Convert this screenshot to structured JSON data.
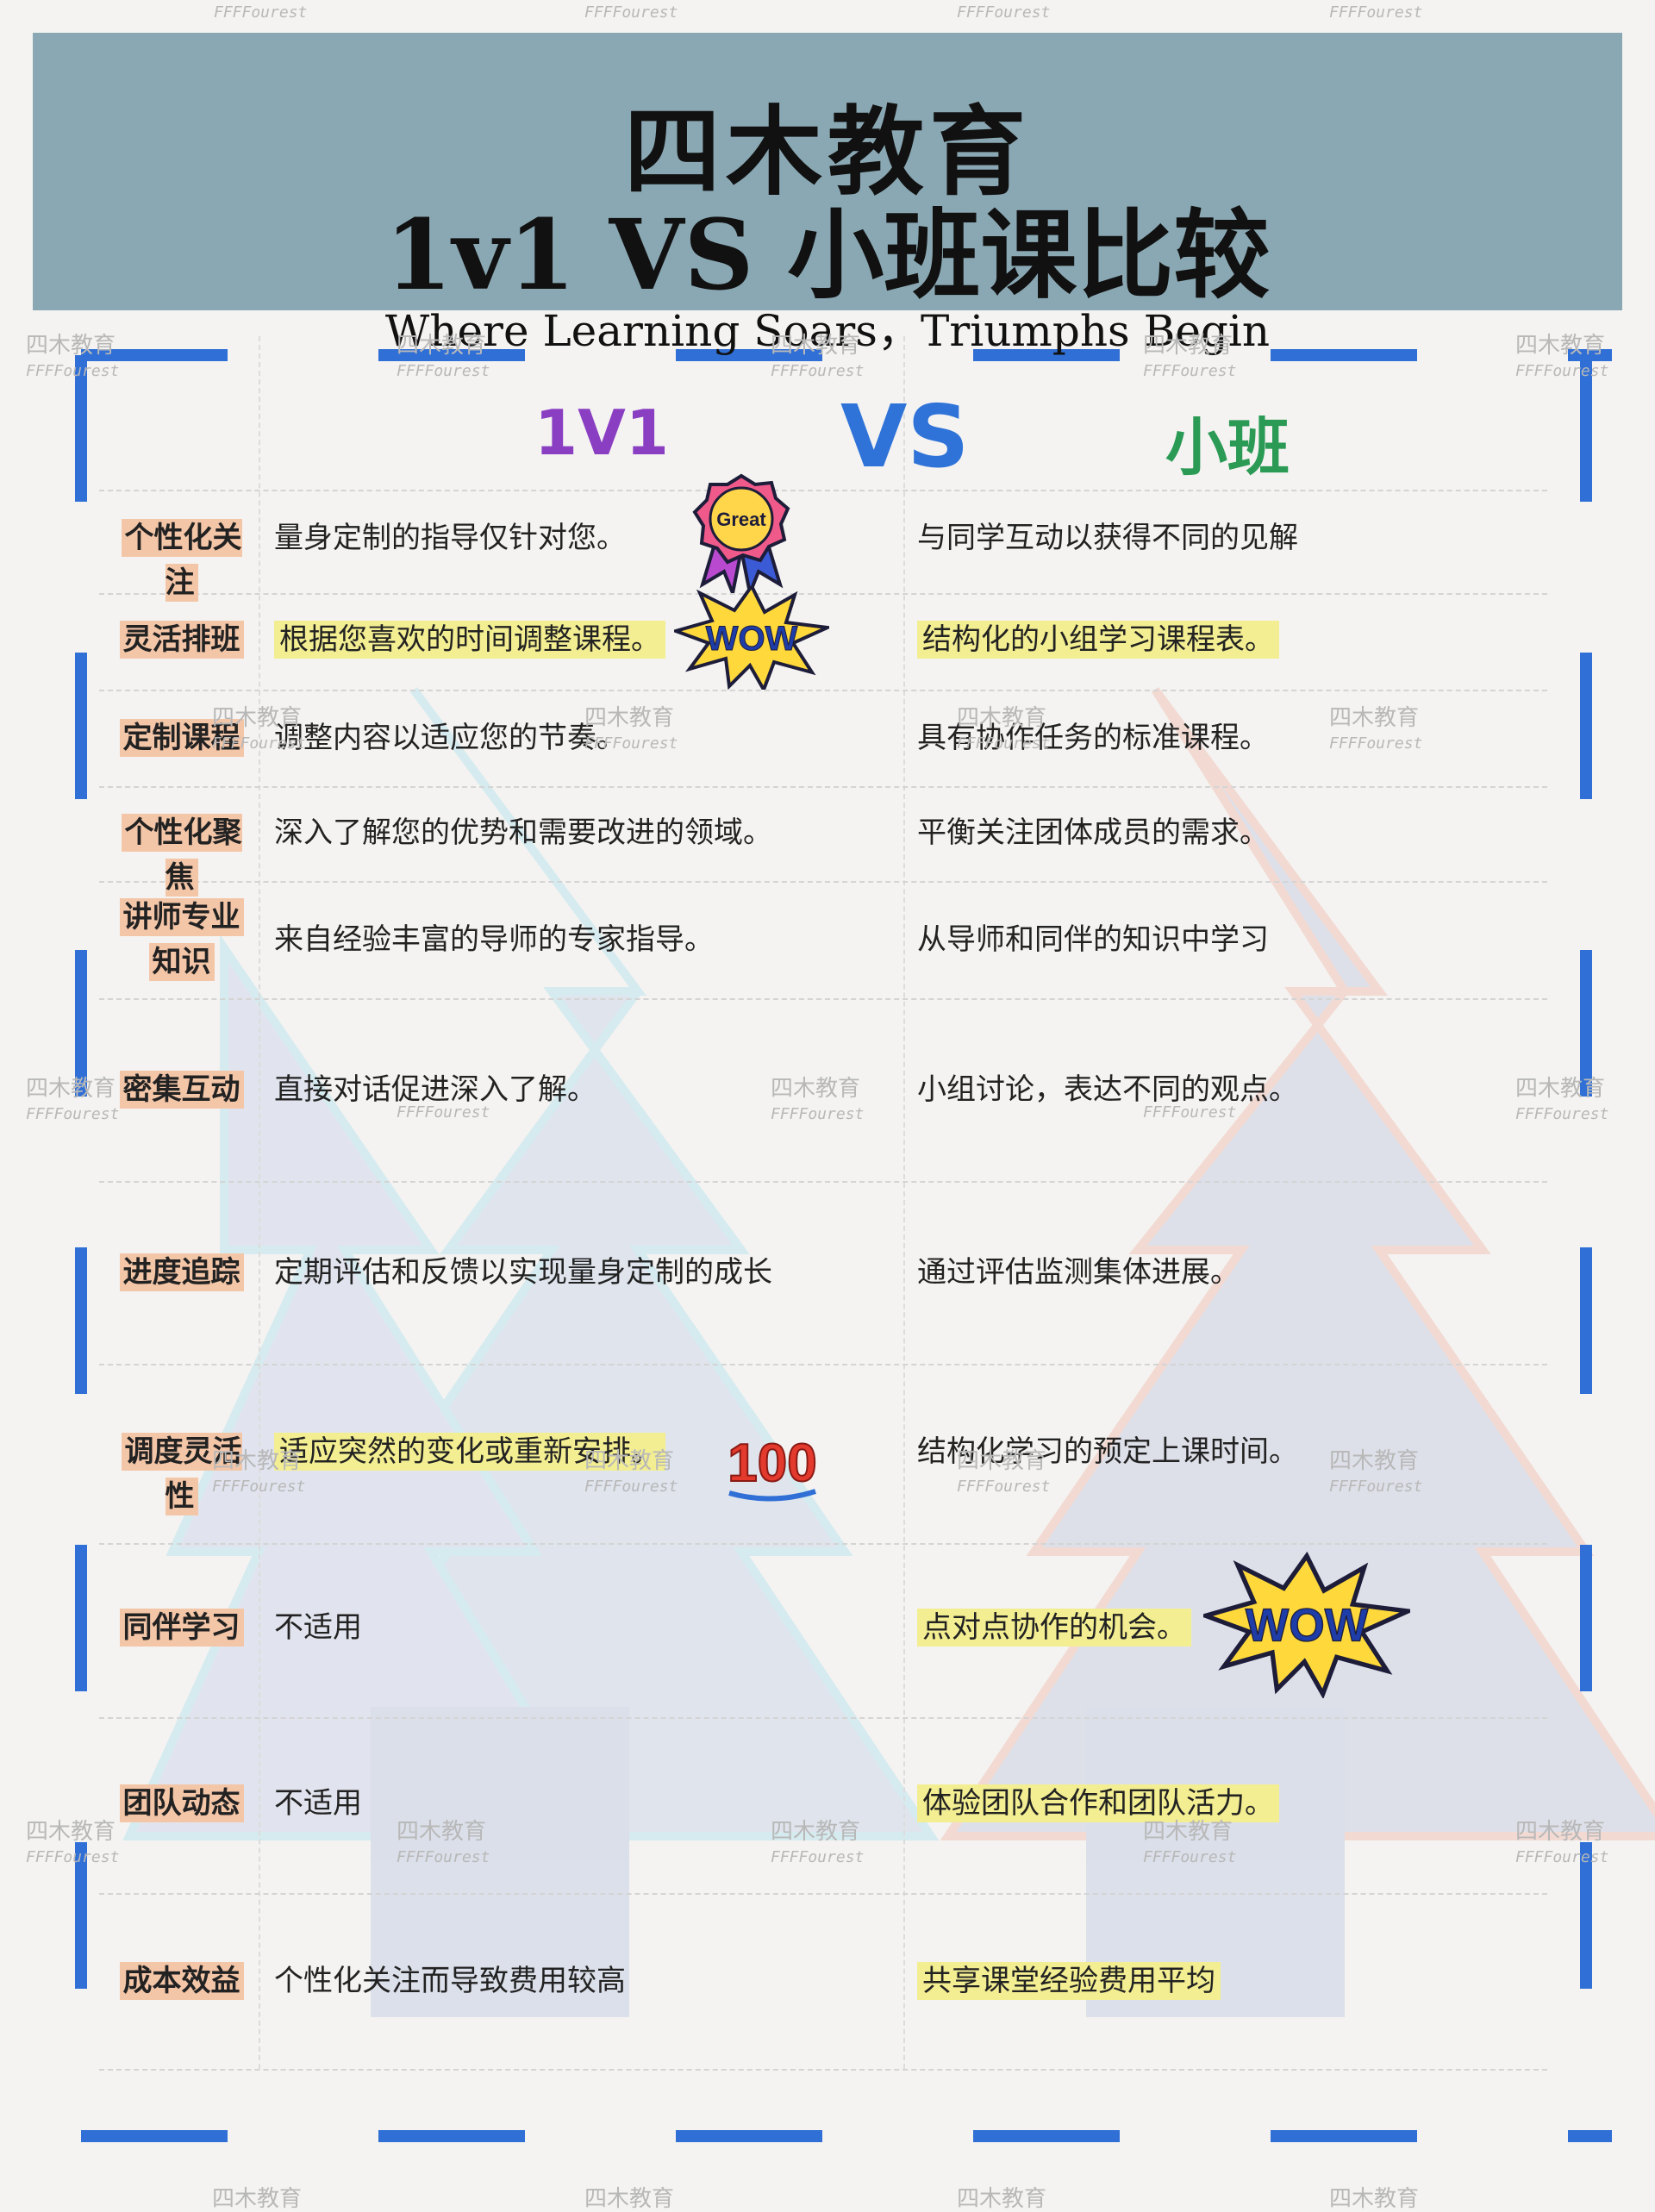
{
  "header": {
    "title_line1": "四木教育",
    "title_line2": "1v1 VS 小班课比较",
    "subtitle": "Where Learning Soars，Triumphs Begin"
  },
  "columns": {
    "left": "1V1",
    "vs": "VS",
    "right": "小班"
  },
  "rows": [
    {
      "label": "个性化关注",
      "one_on_one": "量身定制的指导仅针对您。",
      "small_class": "与同学互动以获得不同的见解"
    },
    {
      "label": "灵活排班",
      "one_on_one": "根据您喜欢的时间调整课程。",
      "small_class": "结构化的小组学习课程表。"
    },
    {
      "label": "定制课程",
      "one_on_one": "调整内容以适应您的节奏。",
      "small_class": "具有协作任务的标准课程。"
    },
    {
      "label": "个性化聚焦",
      "one_on_one": "深入了解您的优势和需要改进的领域。",
      "small_class": "平衡关注团体成员的需求。"
    },
    {
      "label": "讲师专业知识",
      "label_line1": "讲师专业",
      "label_line2": "知识",
      "one_on_one": "来自经验丰富的导师的专家指导。",
      "small_class": "从导师和同伴的知识中学习"
    },
    {
      "label": "密集互动",
      "one_on_one": "直接对话促进深入了解。",
      "small_class": "小组讨论，表达不同的观点。"
    },
    {
      "label": "进度追踪",
      "one_on_one": "定期评估和反馈以实现量身定制的成长",
      "small_class": "通过评估监测集体进展。"
    },
    {
      "label": "调度灵活性",
      "one_on_one": "适应突然的变化或重新安排。",
      "small_class": "结构化学习的预定上课时间。"
    },
    {
      "label": "同伴学习",
      "one_on_one": "不适用",
      "small_class": "点对点协作的机会。"
    },
    {
      "label": "团队动态",
      "one_on_one": "不适用",
      "small_class": "体验团队合作和团队活力。"
    },
    {
      "label": "成本效益",
      "one_on_one": "个性化关注而导致费用较高",
      "small_class": "共享课堂经验费用平均"
    }
  ],
  "stickers": {
    "great": "Great",
    "wow": "WOW",
    "hundred": "100"
  },
  "watermark": {
    "brand": "四木教育",
    "tag": "FFFFourest"
  },
  "colors": {
    "header_bg": "#8aa8b3",
    "label_highlight": "#f4c6a8",
    "text_highlight": "#f3ee92",
    "one_on_one": "#8a3fc3",
    "vs": "#2f73d8",
    "small_class": "#2a9a55",
    "frame_dash": "#2f6fd6"
  }
}
